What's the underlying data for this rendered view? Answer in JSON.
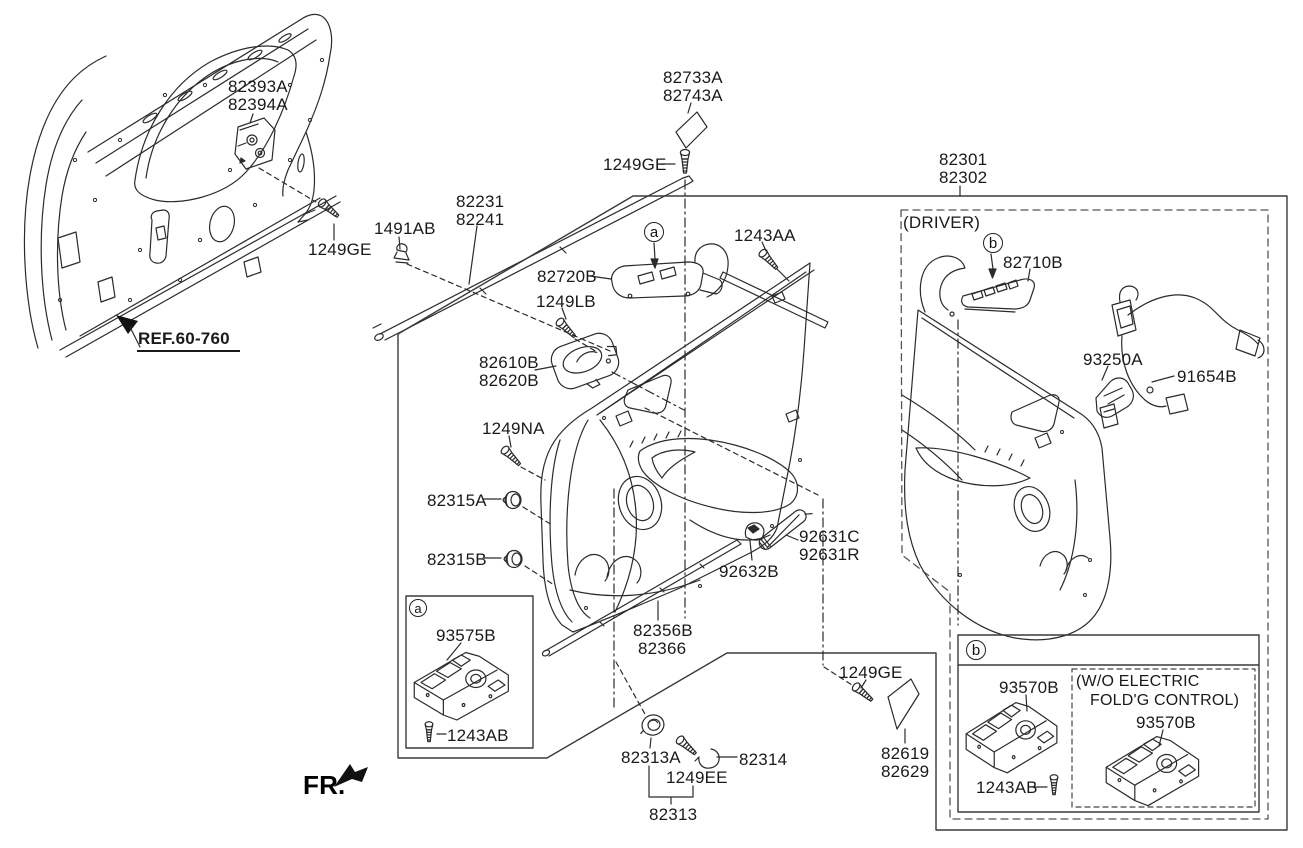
{
  "colors": {
    "background": "#ffffff",
    "line": "#2b2b2b",
    "text": "#1a1a1a",
    "box_border": "#3a3a3a"
  },
  "direction_indicator": {
    "label": "FR."
  },
  "reference_note": {
    "label": "REF.60-760"
  },
  "callouts": {
    "main_a": "a",
    "driver_b": "b",
    "box_a": "a",
    "box_b": "b"
  },
  "sections": {
    "driver_caption": "(DRIVER)",
    "wo_electric_line1": "(W/O ELECTRIC",
    "wo_electric_line2": "FOLD'G CONTROL)"
  },
  "labels": {
    "l82393": {
      "l1": "82393A",
      "l2": "82394A"
    },
    "ge_frame": {
      "l1": "1249GE"
    },
    "l1491": {
      "l1": "1491AB"
    },
    "l82231": {
      "l1": "82231",
      "l2": "82241"
    },
    "l82733": {
      "l1": "82733A",
      "l2": "82743A"
    },
    "ge_top": {
      "l1": "1249GE"
    },
    "l82301": {
      "l1": "82301",
      "l2": "82302"
    },
    "l82710": {
      "l1": "82710B"
    },
    "l1243aa": {
      "l1": "1243AA"
    },
    "l82720": {
      "l1": "82720B"
    },
    "l1249lb": {
      "l1": "1249LB"
    },
    "l82610": {
      "l1": "82610B",
      "l2": "82620B"
    },
    "l93250": {
      "l1": "93250A"
    },
    "l91654": {
      "l1": "91654B"
    },
    "l1249na": {
      "l1": "1249NA"
    },
    "l82315a": {
      "l1": "82315A"
    },
    "l82315b": {
      "l1": "82315B"
    },
    "l92631": {
      "l1": "92631C",
      "l2": "92631R"
    },
    "l92632": {
      "l1": "92632B"
    },
    "l82356": {
      "l1": "82356B",
      "l2": "82366"
    },
    "ge_notch": {
      "l1": "1249GE"
    },
    "l82619": {
      "l1": "82619",
      "l2": "82629"
    },
    "l82313a": {
      "l1": "82313A"
    },
    "l1249ee": {
      "l1": "1249EE"
    },
    "l82314": {
      "l1": "82314"
    },
    "l82313": {
      "l1": "82313"
    },
    "l93575": {
      "l1": "93575B"
    },
    "ab_a": {
      "l1": "1243AB"
    },
    "s93570l": {
      "l1": "93570B"
    },
    "ab_b": {
      "l1": "1243AB"
    },
    "s93570r": {
      "l1": "93570B"
    }
  }
}
